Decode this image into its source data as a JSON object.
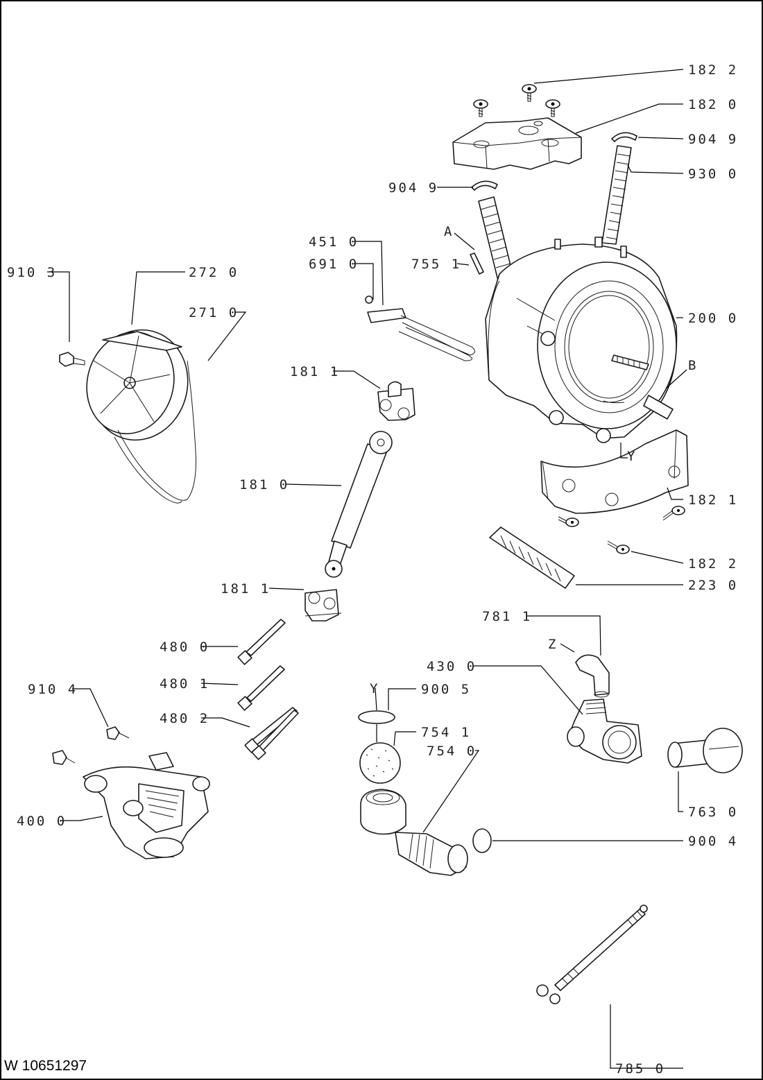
{
  "document": {
    "drawing_number": "W 10651297"
  },
  "callouts": {
    "c1822a": "182 2",
    "c1820": "182 0",
    "c9049a": "904 9",
    "c9049b": "904 9",
    "c9300": "930 0",
    "c4510": "451 0",
    "c6910": "691 0",
    "c7551": "755 1",
    "cA": "A",
    "c9103": "910 3",
    "c2720": "272 0",
    "c2710": "271 0",
    "c2000": "200 0",
    "cB": "B",
    "c1811a": "181 1",
    "cY1": "Y",
    "c1810": "181 0",
    "c1821": "182 1",
    "c1822b": "182 2",
    "c2230": "223 0",
    "c1811b": "181 1",
    "c7811": "781 1",
    "cZ": "Z",
    "c4800": "480 0",
    "c4300": "430 0",
    "c4801": "480 1",
    "c9104": "910 4",
    "cY2": "Y",
    "c9005": "900 5",
    "c4802": "480 2",
    "c7541": "754 1",
    "c7540": "754 0",
    "c4000": "400 0",
    "c7630": "763 0",
    "c9004": "900 4",
    "c7850": "785 0"
  }
}
